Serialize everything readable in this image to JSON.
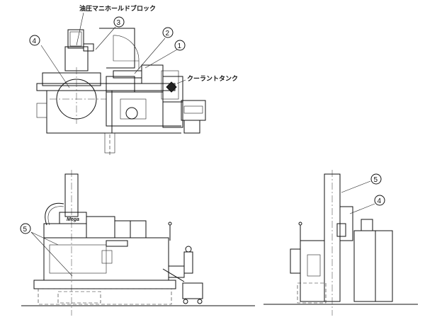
{
  "labels": {
    "hydraulic_manifold": "油圧マニホールドブロック",
    "coolant_tank": "クーラントタンク",
    "n1": "1",
    "n2": "2",
    "n3": "3",
    "n4": "4",
    "n5": "5"
  },
  "badge_text": "Mega"
}
